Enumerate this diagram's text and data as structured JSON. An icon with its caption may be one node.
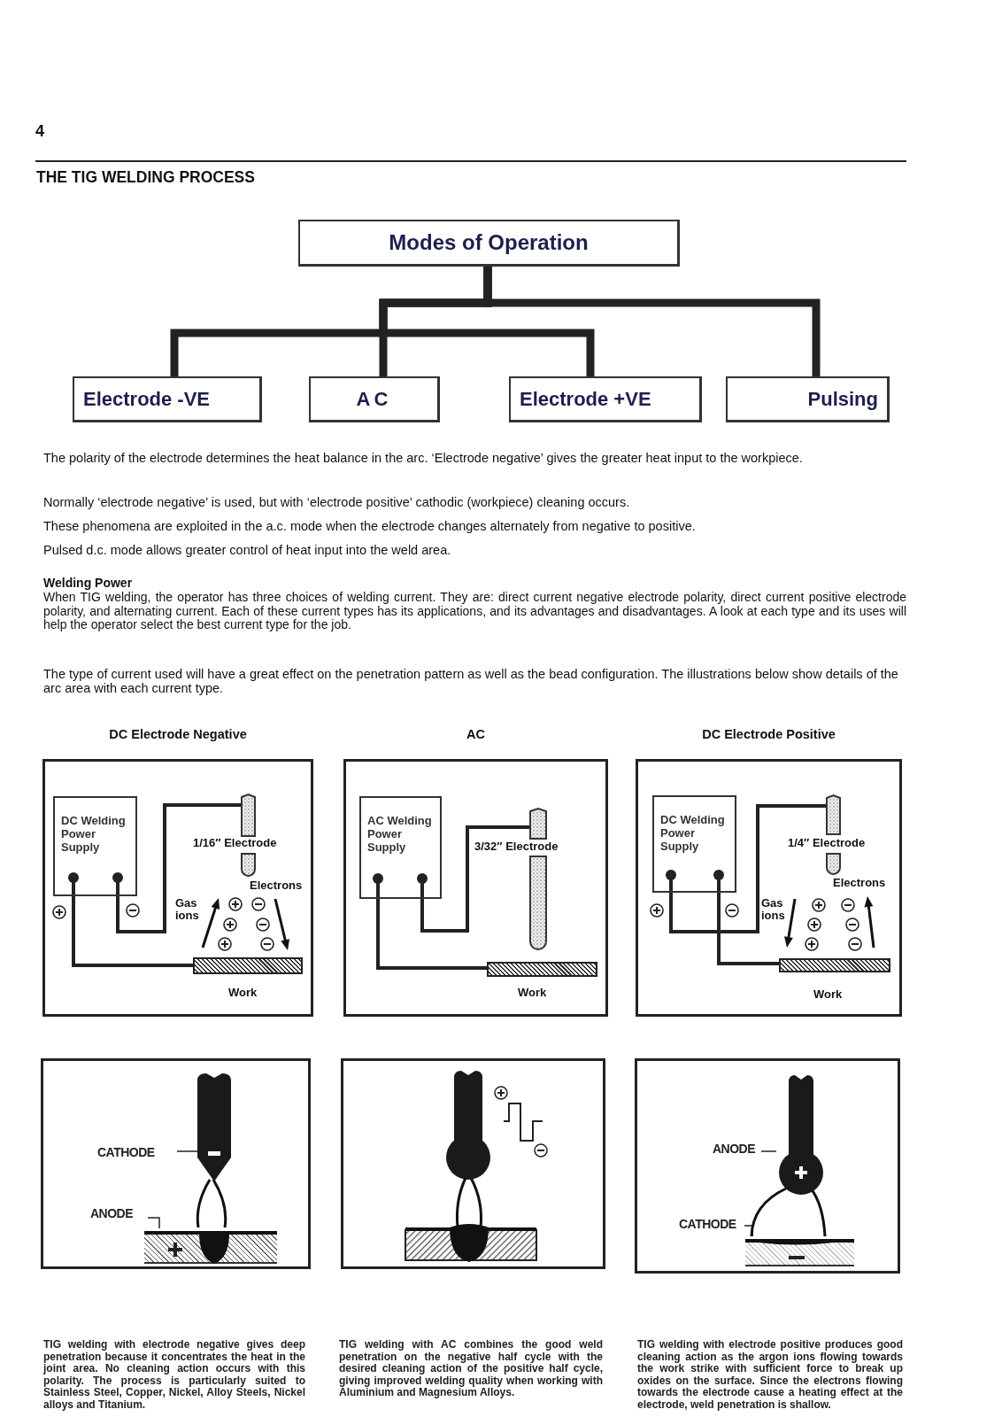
{
  "diagram": {
    "title": "THE TIG WELDING PROCESS",
    "nodes": [
      {
        "text": [
          "Modes of Operation"
        ]
      },
      {
        "text": [
          "Electrode -VE"
        ]
      },
      {
        "text": [
          "AC"
        ]
      },
      {
        "text": [
          "Electrode +VE"
        ]
      },
      {
        "text": [
          "Pulsing"
        ]
      },
      {
        "text": [
          "DC Electrode Negative"
        ]
      },
      {
        "text": [
          "DC Welding Power Supply"
        ],
        "in": 5
      },
      {
        "text": [],
        "shape": "bar",
        "in": 5,
        "beside": [
          "1/16″ Electrode"
        ]
      },
      {
        "text": [],
        "shape": "bar",
        "in": 5,
        "beside": [
          "Work"
        ]
      },
      {
        "text": [
          "AC"
        ]
      },
      {
        "text": [
          "AC Welding Power Supply"
        ],
        "in": 9
      },
      {
        "text": [],
        "shape": "bar",
        "in": 9,
        "beside": [
          "3/32″ Electrode"
        ]
      },
      {
        "text": [],
        "shape": "bar",
        "in": 9,
        "beside": [
          "Work"
        ]
      },
      {
        "text": [
          "DC Electrode Positive"
        ]
      },
      {
        "text": [
          "DC Welding Power Supply"
        ],
        "in": 13
      },
      {
        "text": [],
        "shape": "bar",
        "in": 13,
        "beside": [
          "1/4″ Electrode"
        ]
      },
      {
        "text": [],
        "shape": "bar",
        "in": 13,
        "beside": [
          "Work"
        ]
      },
      {
        "text": [],
        "shape": "box"
      },
      {
        "text": [
          "CATHODE"
        ],
        "in": 17
      },
      {
        "text": [],
        "shape": "bar",
        "in": 17
      },
      {
        "text": [
          "ANODE"
        ],
        "in": 17
      },
      {
        "text": [],
        "shape": "bar",
        "in": 17
      },
      {
        "text": [],
        "shape": "box"
      },
      {
        "text": [],
        "shape": "box"
      },
      {
        "text": [
          "ANODE"
        ],
        "in": 23
      },
      {
        "text": [],
        "shape": "bar",
        "in": 23
      },
      {
        "text": [
          "CATHODE"
        ],
        "in": 23
      },
      {
        "text": [],
        "shape": "bar",
        "in": 23
      }
    ],
    "edges": [
      {
        "from": 0,
        "to": 1,
        "arrow": "none",
        "style": "thick"
      },
      {
        "from": 0,
        "to": 2,
        "arrow": "none",
        "style": "thick"
      },
      {
        "from": 0,
        "to": 3,
        "arrow": "none",
        "style": "thick"
      },
      {
        "from": 0,
        "to": 4,
        "arrow": "none",
        "style": "thick"
      },
      {
        "from": 6,
        "to": 7,
        "arrow": "none"
      },
      {
        "from": 6,
        "to": 8,
        "arrow": "none"
      },
      {
        "from": 10,
        "to": 11,
        "arrow": "none"
      },
      {
        "from": 10,
        "to": 12,
        "arrow": "none"
      },
      {
        "from": 14,
        "to": 15,
        "arrow": "none"
      },
      {
        "from": 14,
        "to": 16,
        "arrow": "none"
      },
      {
        "from": 18,
        "to": 19,
        "arrow": "none"
      },
      {
        "from": 20,
        "to": 21,
        "arrow": "none"
      },
      {
        "from": 24,
        "to": 25,
        "arrow": "none"
      },
      {
        "from": 26,
        "to": 27,
        "arrow": "none"
      }
    ],
    "labels": [
      "4",
      "The polarity of the electrode determines the heat balance in the arc. ‘Electrode negative’ gives the greater heat input to the workpiece.",
      "Normally ‘electrode negative’ is used, but with ‘electrode positive’ cathodic (workpiece) cleaning occurs.",
      "These phenomena are exploited in the a.c. mode when the electrode changes alternately from negative to positive.",
      "Pulsed d.c. mode allows greater control of heat input into the weld area.",
      "Welding Power",
      "When TIG welding, the operator has three choices of welding current. They are: direct current negative electrode polarity, direct current positive electrode polarity, and alternating current. Each of these current types has its applications, and its advantages and disadvantages. A look at each type and its uses will help the operator select the best current type for the job.",
      "The type of current used will have a great effect on the penetration pattern as well as the bead configuration. The illustrations below show details of the arc area with each current type.",
      "Electrons",
      "Gas ions",
      "Electrons",
      "Gas ions",
      "TIG welding with electrode negative gives deep penetration because it concentrates the heat in the joint area. No cleaning action occurs with this polarity. The process is particularly suited to Stainless Steel, Copper, Nickel, Alloy Steels, Nickel alloys and Titanium.",
      "TIG welding with AC combines the good weld penetration on the negative half cycle with the desired cleaning action of the positive half cycle, giving improved welding quality when working with Aluminium and Magnesium Alloys.",
      "TIG welding with electrode positive produces good cleaning action as the argon ions flowing towards the work strike with sufficient force to break up oxides on the surface. Since the electrons flowing towards the electrode cause a heating effect at the electrode, weld penetration is shallow."
    ]
  }
}
